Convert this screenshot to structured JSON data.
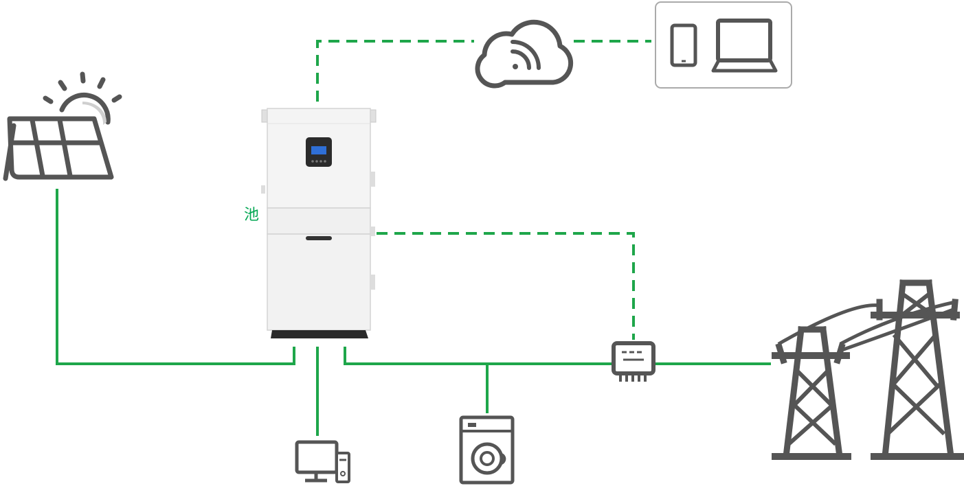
{
  "battery_label": "池",
  "colors": {
    "line": "#1ea64a",
    "icon": "#555555",
    "cabinet": "#f2f2f2",
    "cabinet_edge": "#d0d0d0",
    "screen": "#2f6fd6"
  },
  "nodes": [
    {
      "id": "solar",
      "icon": "solar-panel-sun-icon"
    },
    {
      "id": "cloud",
      "icon": "cloud-wifi-icon"
    },
    {
      "id": "devices",
      "icon": "phone-laptop-icon"
    },
    {
      "id": "inverter",
      "icon": "battery-inverter-cabinet"
    },
    {
      "id": "meter",
      "icon": "energy-meter-icon"
    },
    {
      "id": "grid",
      "icon": "power-tower-icon"
    },
    {
      "id": "pc",
      "icon": "desktop-computer-icon"
    },
    {
      "id": "washer",
      "icon": "washing-machine-icon"
    }
  ],
  "links": [
    {
      "from": "inverter",
      "to": "cloud",
      "style": "dashed"
    },
    {
      "from": "cloud",
      "to": "devices",
      "style": "dashed"
    },
    {
      "from": "inverter",
      "to": "meter",
      "style": "dashed"
    },
    {
      "from": "solar",
      "to": "inverter",
      "style": "solid"
    },
    {
      "from": "inverter",
      "to": "pc",
      "style": "solid"
    },
    {
      "from": "inverter",
      "to": "washer",
      "style": "solid"
    },
    {
      "from": "inverter",
      "to": "meter",
      "style": "solid"
    },
    {
      "from": "meter",
      "to": "grid",
      "style": "solid"
    }
  ]
}
